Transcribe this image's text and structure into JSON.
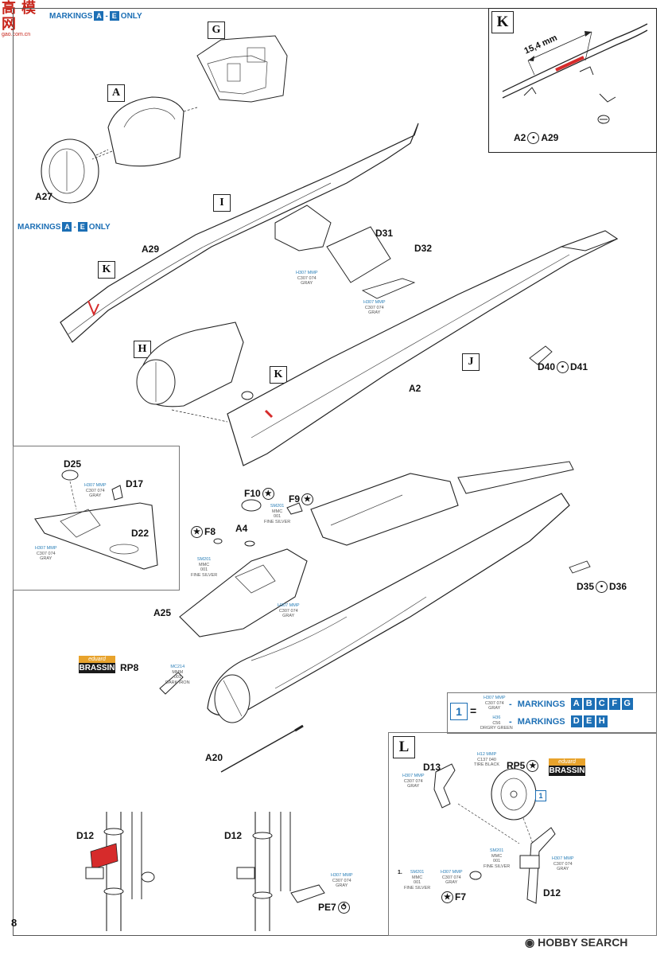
{
  "page_number": "8",
  "watermark_top": "高 模 网",
  "watermark_top_sub": "gao.com.cn",
  "watermark_bottom": "HOBBY SEARCH",
  "marking_labels": {
    "prefix": "MARKINGS",
    "dash": "-",
    "suffix": "ONLY",
    "from": "A",
    "to": "E"
  },
  "steps": {
    "G": "G",
    "A": "A",
    "I": "I",
    "K1": "K",
    "H": "H",
    "K2": "K",
    "J": "J",
    "K_inset": "K",
    "L": "L",
    "one": "1"
  },
  "inset_K": {
    "dimension": "15,4 mm",
    "caption_left": "A2",
    "caption_right": "A29",
    "symbol": "•"
  },
  "parts": {
    "A27": "A27",
    "A29": "A29",
    "D31": "D31",
    "D32": "D32",
    "D40": "D40",
    "D41": "D41",
    "A2": "A2",
    "D25": "D25",
    "D17": "D17",
    "D22": "D22",
    "F10": "F10",
    "F9": "F9",
    "F8": "F8",
    "A4": "A4",
    "A25": "A25",
    "D35": "D35",
    "D36": "D36",
    "RP8": "RP8",
    "A20": "A20",
    "D13": "D13",
    "RP5": "RP5",
    "D12a": "D12",
    "D12b": "D12",
    "D12c": "D12",
    "PE7": "PE7",
    "F7": "F7"
  },
  "symbols": {
    "star": "★",
    "dot": "•",
    "hook": "⥀"
  },
  "paints": {
    "gray": {
      "l1": "H307 MMP",
      "l2": "C307 074",
      "l3": "GRAY"
    },
    "silver": {
      "l1": "SM201",
      "l2": "MMC",
      "l3": "001",
      "l4": "FINE SILVER"
    },
    "iron": {
      "l1": "MC214",
      "l2": "MMM",
      "l3": "001",
      "l4": "DARK IRON"
    },
    "black": {
      "l1": "H12 MMP",
      "l2": "C137 040",
      "l3": "TIRE BLACK"
    },
    "green": {
      "l1": "H36",
      "l2": "C56",
      "l3": "DRGRY GREEN"
    }
  },
  "legend": {
    "label": "1",
    "equals": "=",
    "row1_letters": [
      "A",
      "B",
      "C",
      "F",
      "G"
    ],
    "row2_letters": [
      "D",
      "E",
      "H"
    ],
    "markings": "MARKINGS",
    "dash": "-"
  },
  "brassin": {
    "top": "eduard",
    "bottom": "BRASSIN"
  },
  "note_1": "1."
}
